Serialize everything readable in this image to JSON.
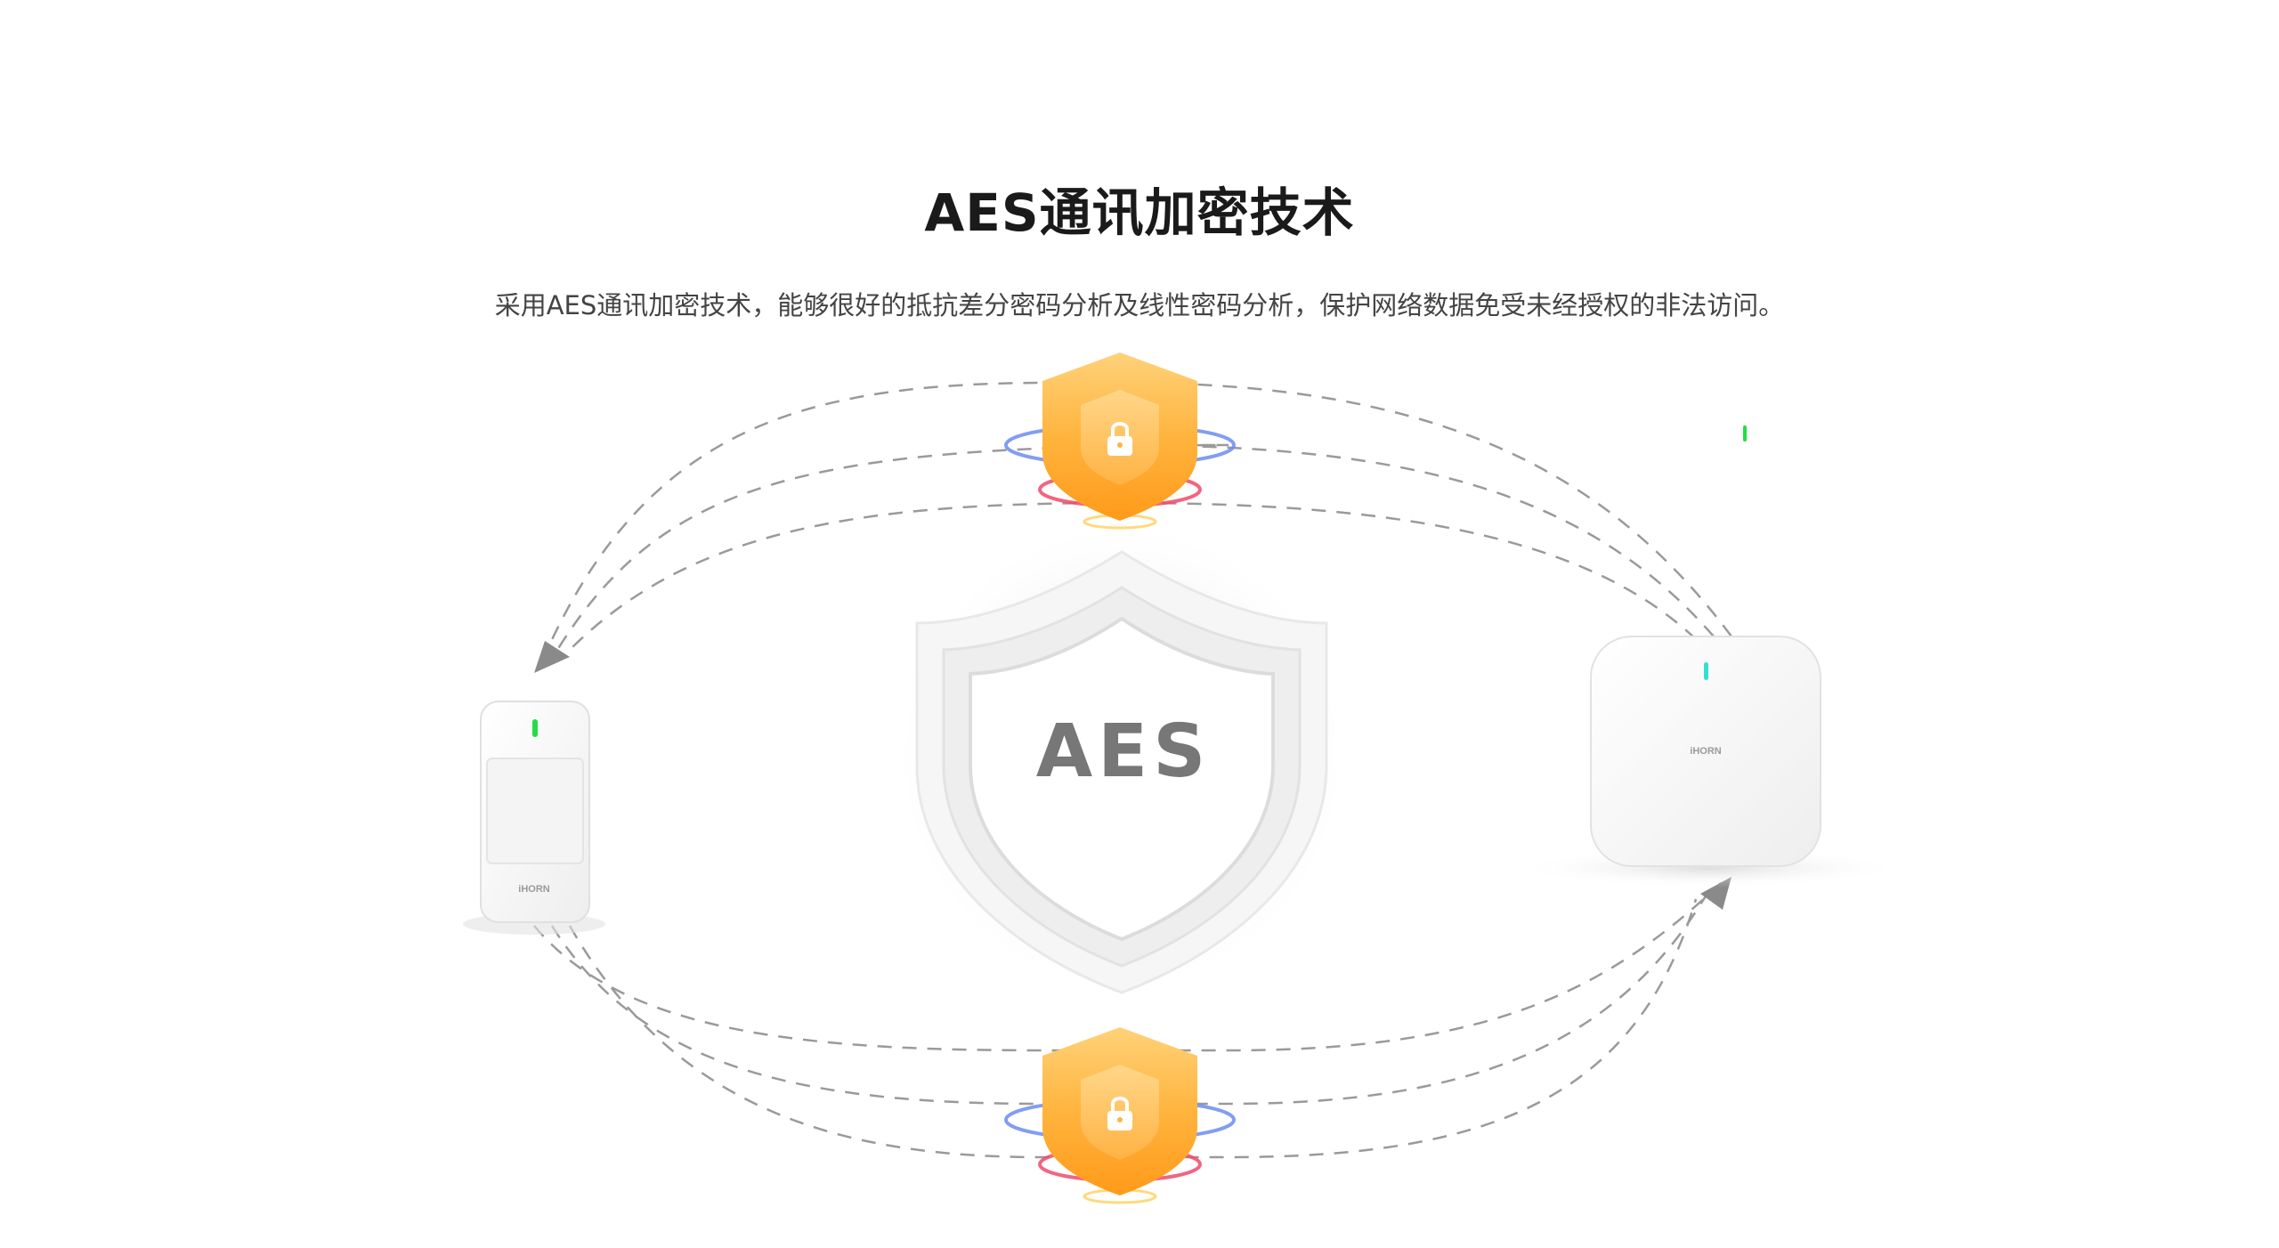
{
  "section": {
    "title": "AES通讯加密技术",
    "description": "采用AES通讯加密技术，能够很好的抵抗差分密码分析及线性密码分析，保护网络数据免受未经授权的非法访问。"
  },
  "center_shield": {
    "label": "AES",
    "icon": "shield-icon"
  },
  "devices": {
    "motion_sensor": {
      "brand": "iHORN",
      "icon": "motion-sensor-icon",
      "indicator_color": "#22dd44"
    },
    "hub": {
      "brand": "iHORN",
      "icon": "hub-icon",
      "indicator_color": "#33e0cc"
    }
  },
  "lock_badges": [
    {
      "icon": "lock-shield-icon"
    },
    {
      "icon": "lock-shield-icon"
    }
  ],
  "colors": {
    "accent_orange": "#ffb43e",
    "accent_orange_dark": "#ff9a1a",
    "ring_blue": "#6c8cf0",
    "ring_red": "#f04a6a",
    "path_gray": "#9a9a9a",
    "status_green": "#22dd44",
    "status_cyan": "#33e0cc"
  }
}
